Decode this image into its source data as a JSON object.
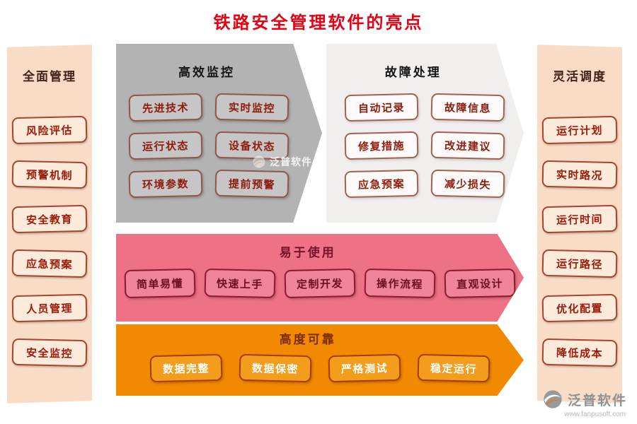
{
  "title": "铁路安全管理软件的亮点",
  "left_panel": {
    "header": "全面管理",
    "items": [
      "风险评估",
      "预警机制",
      "安全教育",
      "应急预案",
      "人员管理",
      "安全监控"
    ]
  },
  "right_panel": {
    "header": "灵活调度",
    "items": [
      "运行计划",
      "实时路况",
      "运行时间",
      "运行路径",
      "优化配置",
      "降低成本"
    ]
  },
  "sections": {
    "monitoring": {
      "title": "高效监控",
      "color": "#b3b3b3",
      "items": [
        "先进技术",
        "实时监控",
        "运行状态",
        "设备状态",
        "环境参数",
        "提前预警"
      ]
    },
    "fault": {
      "title": "故障处理",
      "color": "#f0efee",
      "items": [
        "自动记录",
        "故障信息",
        "修复措施",
        "改进建议",
        "应急预案",
        "减少损失"
      ]
    },
    "usability": {
      "title": "易于使用",
      "color": "#ee7286",
      "items": [
        "简单易懂",
        "快速上手",
        "定制开发",
        "操作流程",
        "直观设计"
      ]
    },
    "reliability": {
      "title": "高度可靠",
      "color": "#f18a00",
      "items": [
        "数据完整",
        "数据保密",
        "严格测试",
        "稳定运行"
      ]
    }
  },
  "watermark": {
    "brand": "泛普软件"
  },
  "footer": {
    "brand": "泛普软件",
    "url": "www.fanpusoft.com"
  },
  "colors": {
    "title_text": "#e60012",
    "side_panel_bg": "#f8dcc6",
    "side_pill_bg": "#fceadb",
    "pill_border": "#a8432d",
    "pill_text": "#9c1b0b",
    "brand_gray": "#8f9193",
    "brand_orange": "#e87722"
  }
}
